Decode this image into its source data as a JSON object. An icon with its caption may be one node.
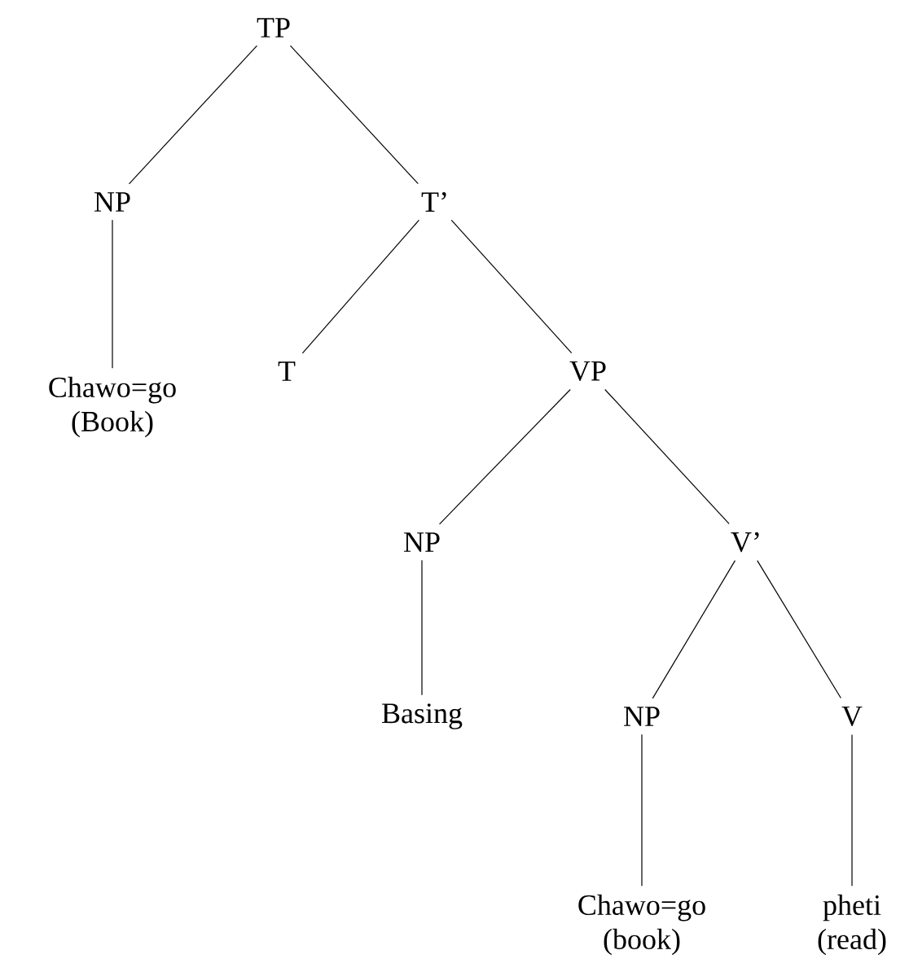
{
  "diagram": {
    "nodes": [
      {
        "text": [
          "TP"
        ]
      },
      {
        "text": [
          "NP"
        ]
      },
      {
        "text": [
          "T’"
        ]
      },
      {
        "text": [
          "Chawo=go (Book)"
        ]
      },
      {
        "text": [
          "T"
        ]
      },
      {
        "text": [
          "VP"
        ]
      },
      {
        "text": [
          "NP"
        ]
      },
      {
        "text": [
          "V’"
        ]
      },
      {
        "text": [
          "Basing"
        ]
      },
      {
        "text": [
          "NP"
        ]
      },
      {
        "text": [
          "V"
        ]
      },
      {
        "text": [
          "Chawo=go (book)"
        ]
      },
      {
        "text": [
          "pheti (read)"
        ]
      }
    ],
    "edges": [
      {
        "from": 0,
        "to": 1,
        "arrow": "none"
      },
      {
        "from": 0,
        "to": 2,
        "arrow": "none"
      },
      {
        "from": 1,
        "to": 3,
        "arrow": "none"
      },
      {
        "from": 2,
        "to": 4,
        "arrow": "none"
      },
      {
        "from": 2,
        "to": 5,
        "arrow": "none"
      },
      {
        "from": 5,
        "to": 6,
        "arrow": "none"
      },
      {
        "from": 5,
        "to": 7,
        "arrow": "none"
      },
      {
        "from": 6,
        "to": 8,
        "arrow": "none"
      },
      {
        "from": 7,
        "to": 9,
        "arrow": "none"
      },
      {
        "from": 7,
        "to": 10,
        "arrow": "none"
      },
      {
        "from": 9,
        "to": 11,
        "arrow": "none"
      },
      {
        "from": 10,
        "to": 12,
        "arrow": "none"
      }
    ]
  }
}
